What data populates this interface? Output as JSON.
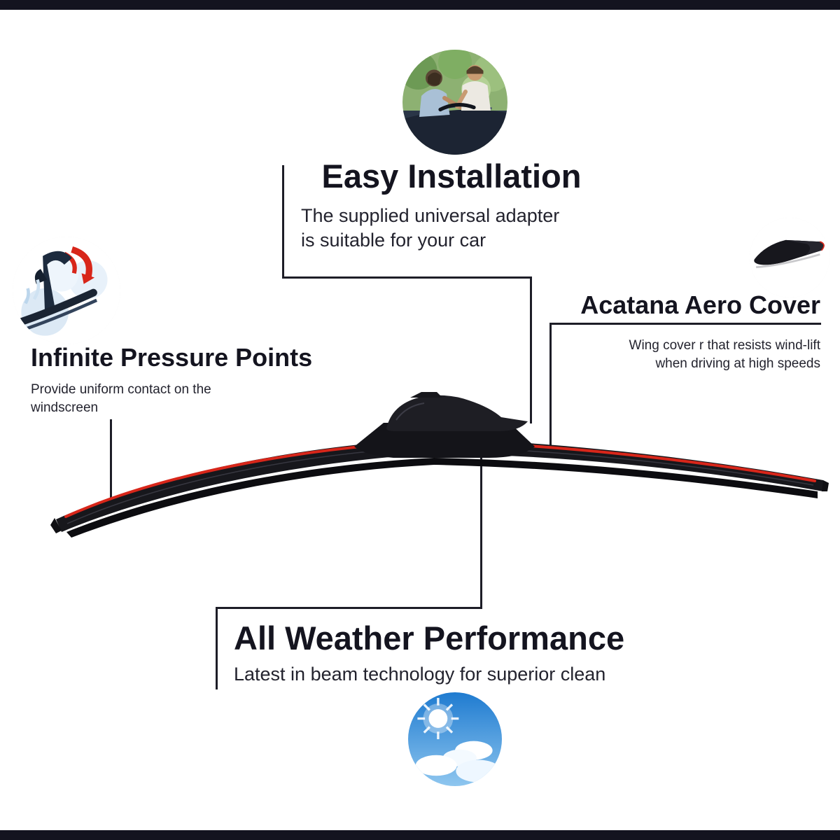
{
  "colors": {
    "bar": "#14141f",
    "title_text": "#14141f",
    "body_text": "#23232e",
    "connector_line": "#1d1d27",
    "accent_red": "#d8261a",
    "blade_black": "#17171c"
  },
  "features": {
    "easy_installation": {
      "title": "Easy Installation",
      "line1": "The supplied universal adapter",
      "line2": "is suitable for your car"
    },
    "aero_cover": {
      "title": "Acatana Aero Cover",
      "line1": "Wing cover r that resists wind-lift",
      "line2": "when driving at high speeds"
    },
    "pressure_points": {
      "title": "Infinite Pressure Points",
      "line1": "Provide uniform contact on the",
      "line2": "windscreen"
    },
    "all_weather": {
      "title": "All Weather Performance",
      "line1": "Latest in beam technology for superior clean"
    }
  },
  "icons": {
    "easy_installation_photo": "people-installing-wiper-photo",
    "aero_cover_photo": "wiper-aero-cover-photo",
    "pressure_points_photo": "wiper-pressure-points-graphic",
    "all_weather_photo": "sunny-sky-clouds-photo"
  }
}
